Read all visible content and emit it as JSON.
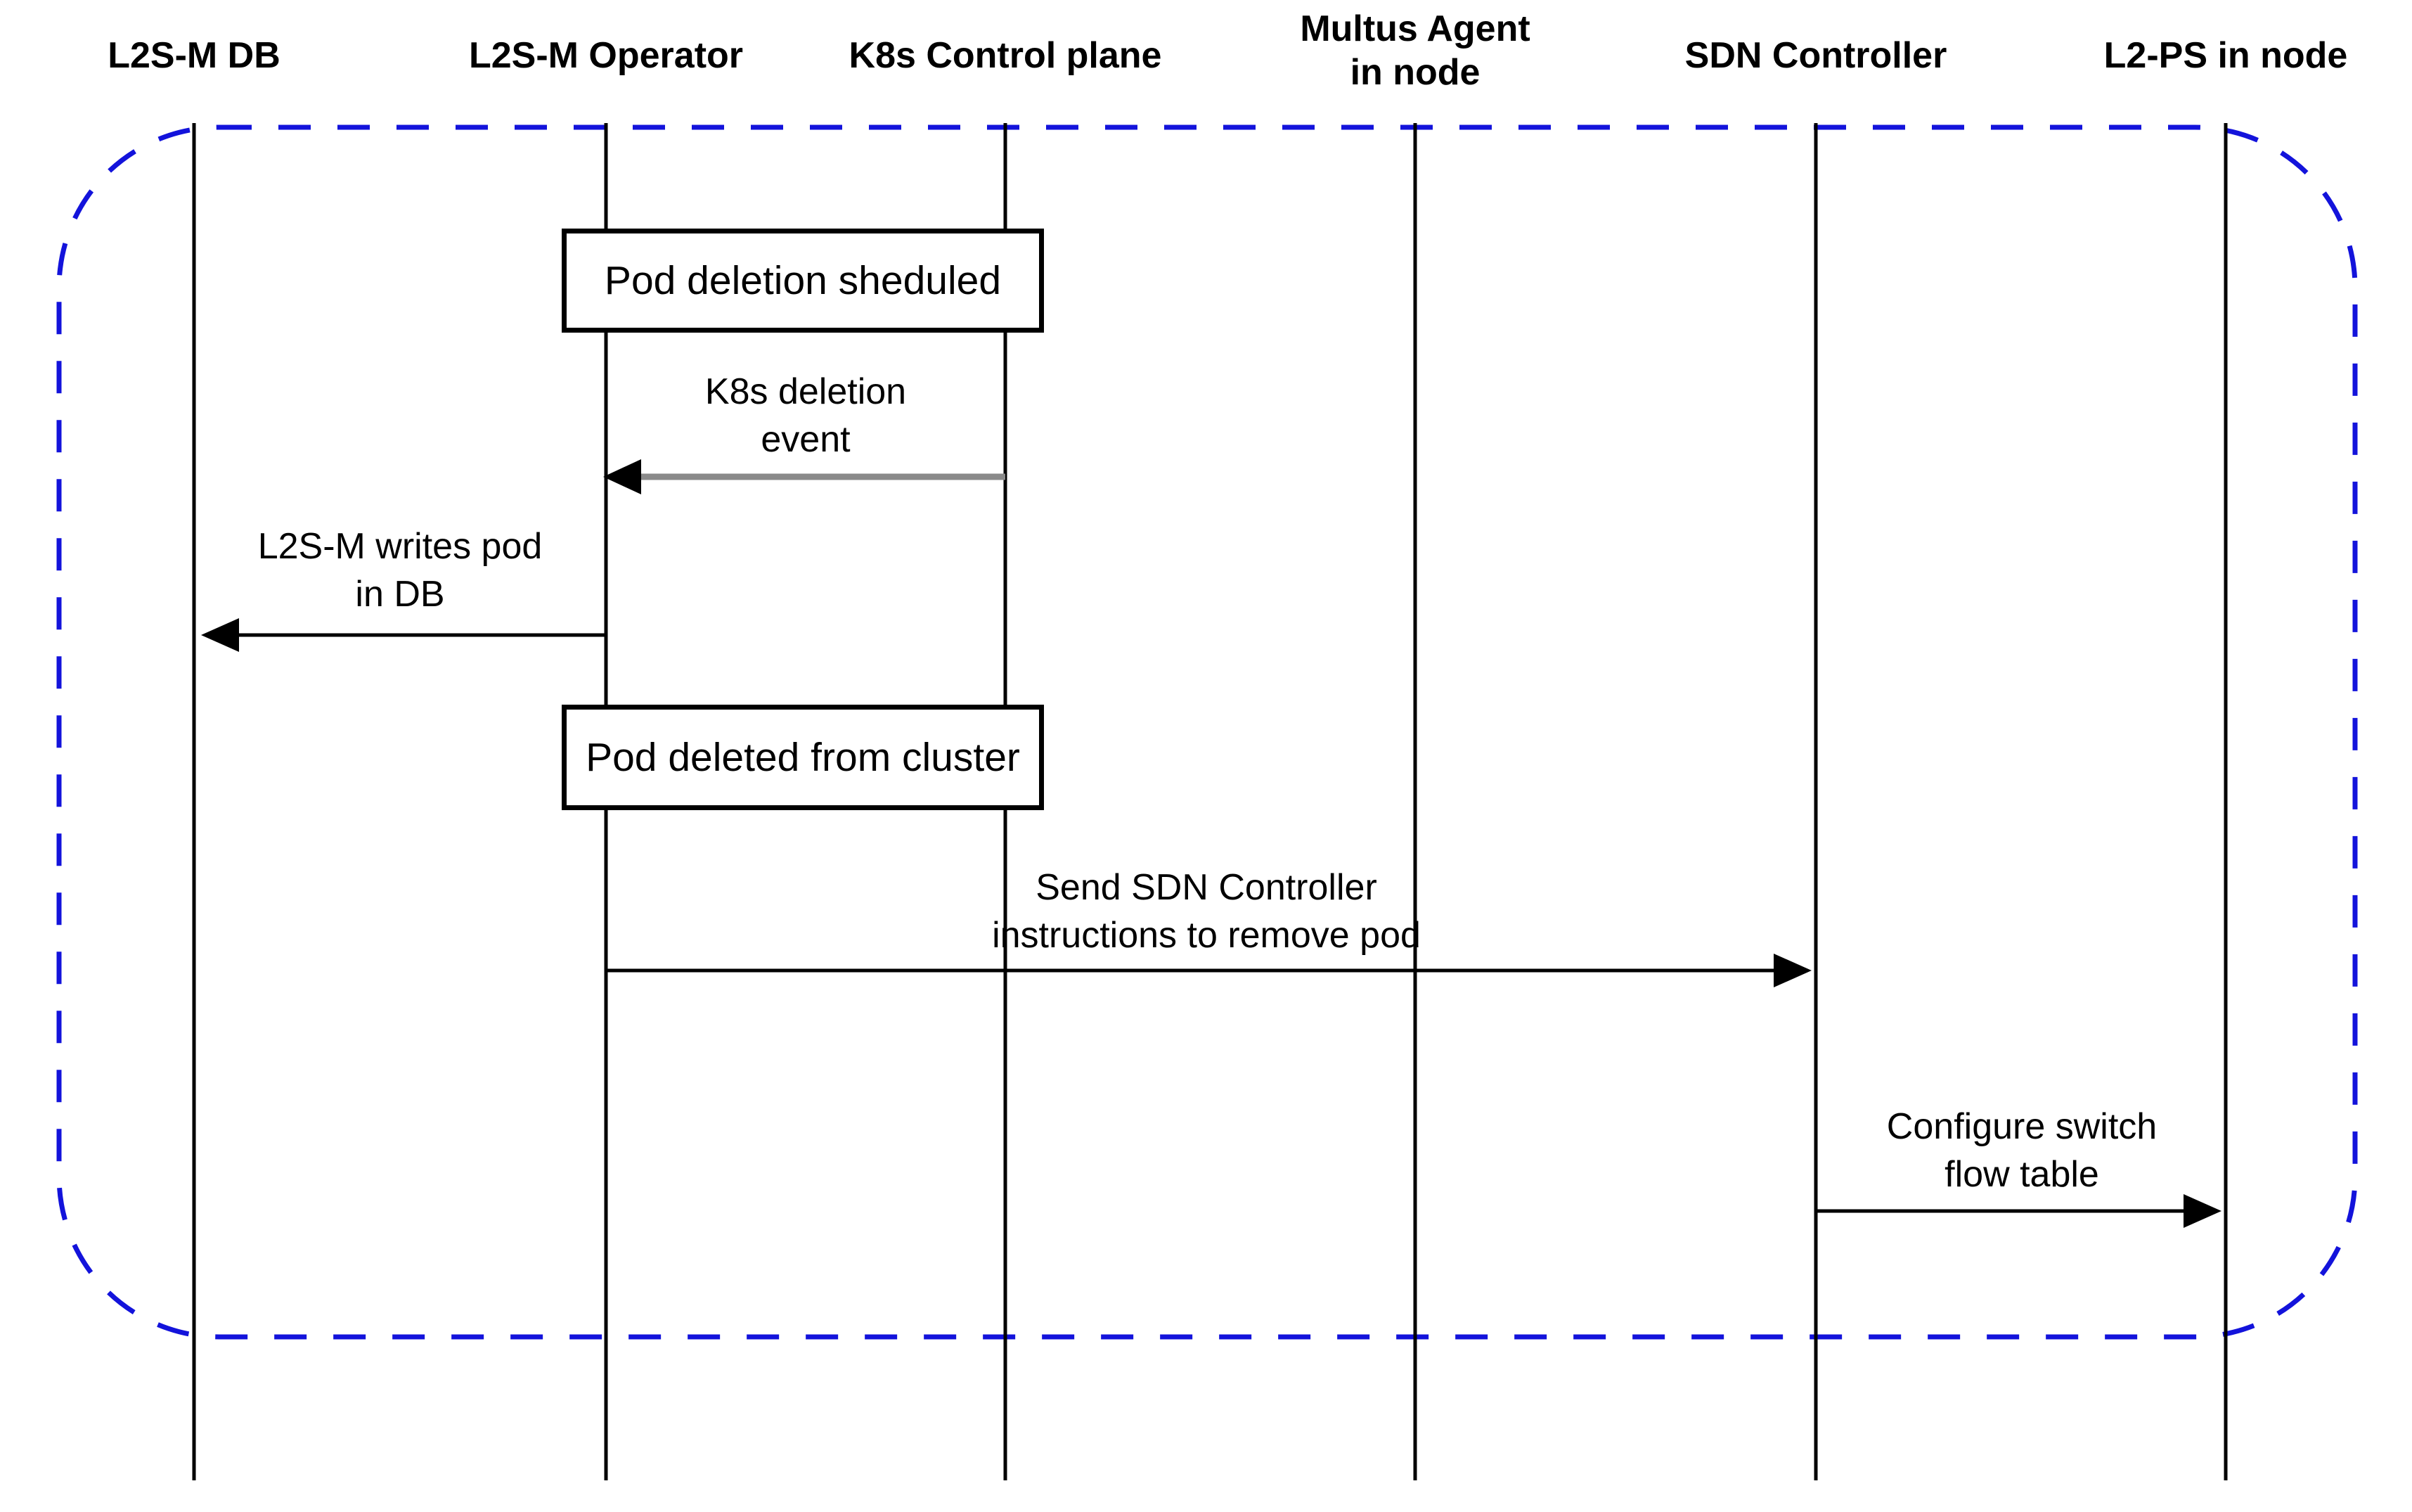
{
  "diagram": {
    "type": "sequence-diagram",
    "topic": "Pod deletion workflow",
    "actors": [
      {
        "name": "L2S-M DB"
      },
      {
        "name": "L2S-M Operator"
      },
      {
        "name": "K8s Control plane"
      },
      {
        "name": "Multus Agent",
        "name_line2": "in node"
      },
      {
        "name": "SDN Controller"
      },
      {
        "name": "L2-PS in node"
      }
    ],
    "state_boxes": [
      {
        "label": "Pod deletion sheduled"
      },
      {
        "label": "Pod deleted from cluster"
      }
    ],
    "messages": [
      {
        "line1": "K8s deletion",
        "line2": "event",
        "from": "K8s Control plane",
        "to": "L2S-M Operator",
        "style": "gray"
      },
      {
        "line1": "L2S-M writes pod",
        "line2": "in DB",
        "from": "L2S-M Operator",
        "to": "L2S-M DB",
        "style": "black"
      },
      {
        "line1": "Send SDN Controller",
        "line2": "instructions to remove pod",
        "from": "L2S-M Operator",
        "to": "SDN Controller",
        "style": "black"
      },
      {
        "line1": "Configure switch",
        "line2": "flow table",
        "from": "SDN Controller",
        "to": "L2-PS in node",
        "style": "black"
      }
    ],
    "colors": {
      "boundary_blue": "#1313DB",
      "gray_arrow": "#8A8A8A",
      "black": "#000000",
      "background": "#FFFFFF"
    }
  }
}
